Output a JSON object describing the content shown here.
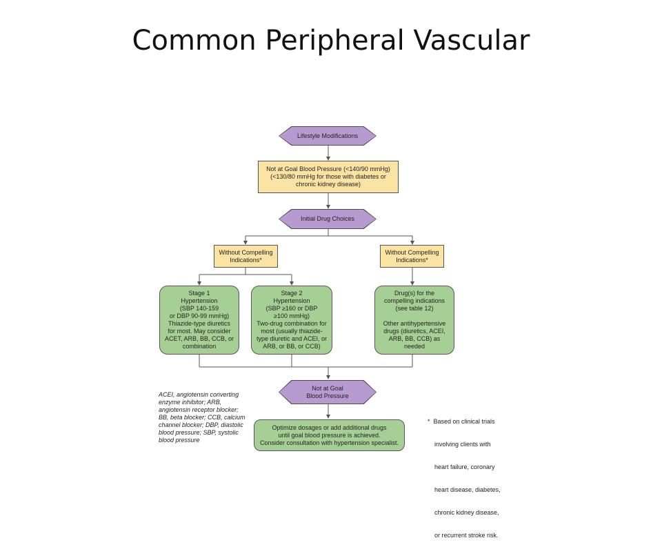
{
  "title": "Common Peripheral Vascular",
  "nodes": {
    "lifestyle": "Lifestyle Modifications",
    "not_at_goal_1": [
      "Not at Goal Blood Pressure (<140/90 mmHg)",
      "(<130/80 mmHg for those with diabetes or",
      "chronic kidney disease)"
    ],
    "initial_drug": "Initial Drug Choices",
    "without_left": [
      "Without Compelling",
      "Indications*"
    ],
    "without_right": [
      "Without Compelling",
      "Indications*"
    ],
    "stage1": [
      "Stage 1",
      "Hypertension",
      "(SBP 140-159",
      "or DBP 90-99 mmHg)",
      "Thiazide-type diuretics",
      "for most. May consider",
      "ACET, ARB, BB, CCB, or",
      "combination"
    ],
    "stage2": [
      "Stage 2",
      "Hypertension",
      "(SBP ≥160 or DBP",
      "≥100 mmHg)",
      "Two-drug combination for",
      "most (usually thiazide-",
      "type diuretic and ACEI, or",
      "ARB, or BB, or CCB)"
    ],
    "drugs": [
      "Drug(s) for the",
      "compelling indications",
      "(see table 12)",
      "",
      "Other antihypertensive",
      "drugs (diuretics, ACEI,",
      "ARB, BB, CCB) as needed"
    ],
    "not_at_goal_2": [
      "Not at Goal",
      "Blood Pressure"
    ],
    "optimize": [
      "Optimize dosages or add additional drugs",
      "until goal blood pressure is achieved.",
      "Consider consultation with hypertension specialist."
    ]
  },
  "notes": {
    "abbreviations": [
      "ACEI, angiotensin converting",
      "enzyme inhibitor; ARB,",
      "angiotensin receptor blocker;",
      "BB, beta blocker; CCB, calcium",
      "channel blocker; DBP, diastolic",
      "blood pressure; SBP, systolic",
      "blood pressure"
    ],
    "footnote": [
      "*  Based on clinical trials",
      "    involving clients with",
      "    heart failure, coronary",
      "    heart disease, diabetes,",
      "    chronic kidney disease,",
      "    or recurrent stroke risk."
    ]
  },
  "colors": {
    "hexagon": "#b79ad0",
    "rectangle": "#fbe3a3",
    "rounded": "#a6cf95",
    "connector": "#555555"
  }
}
